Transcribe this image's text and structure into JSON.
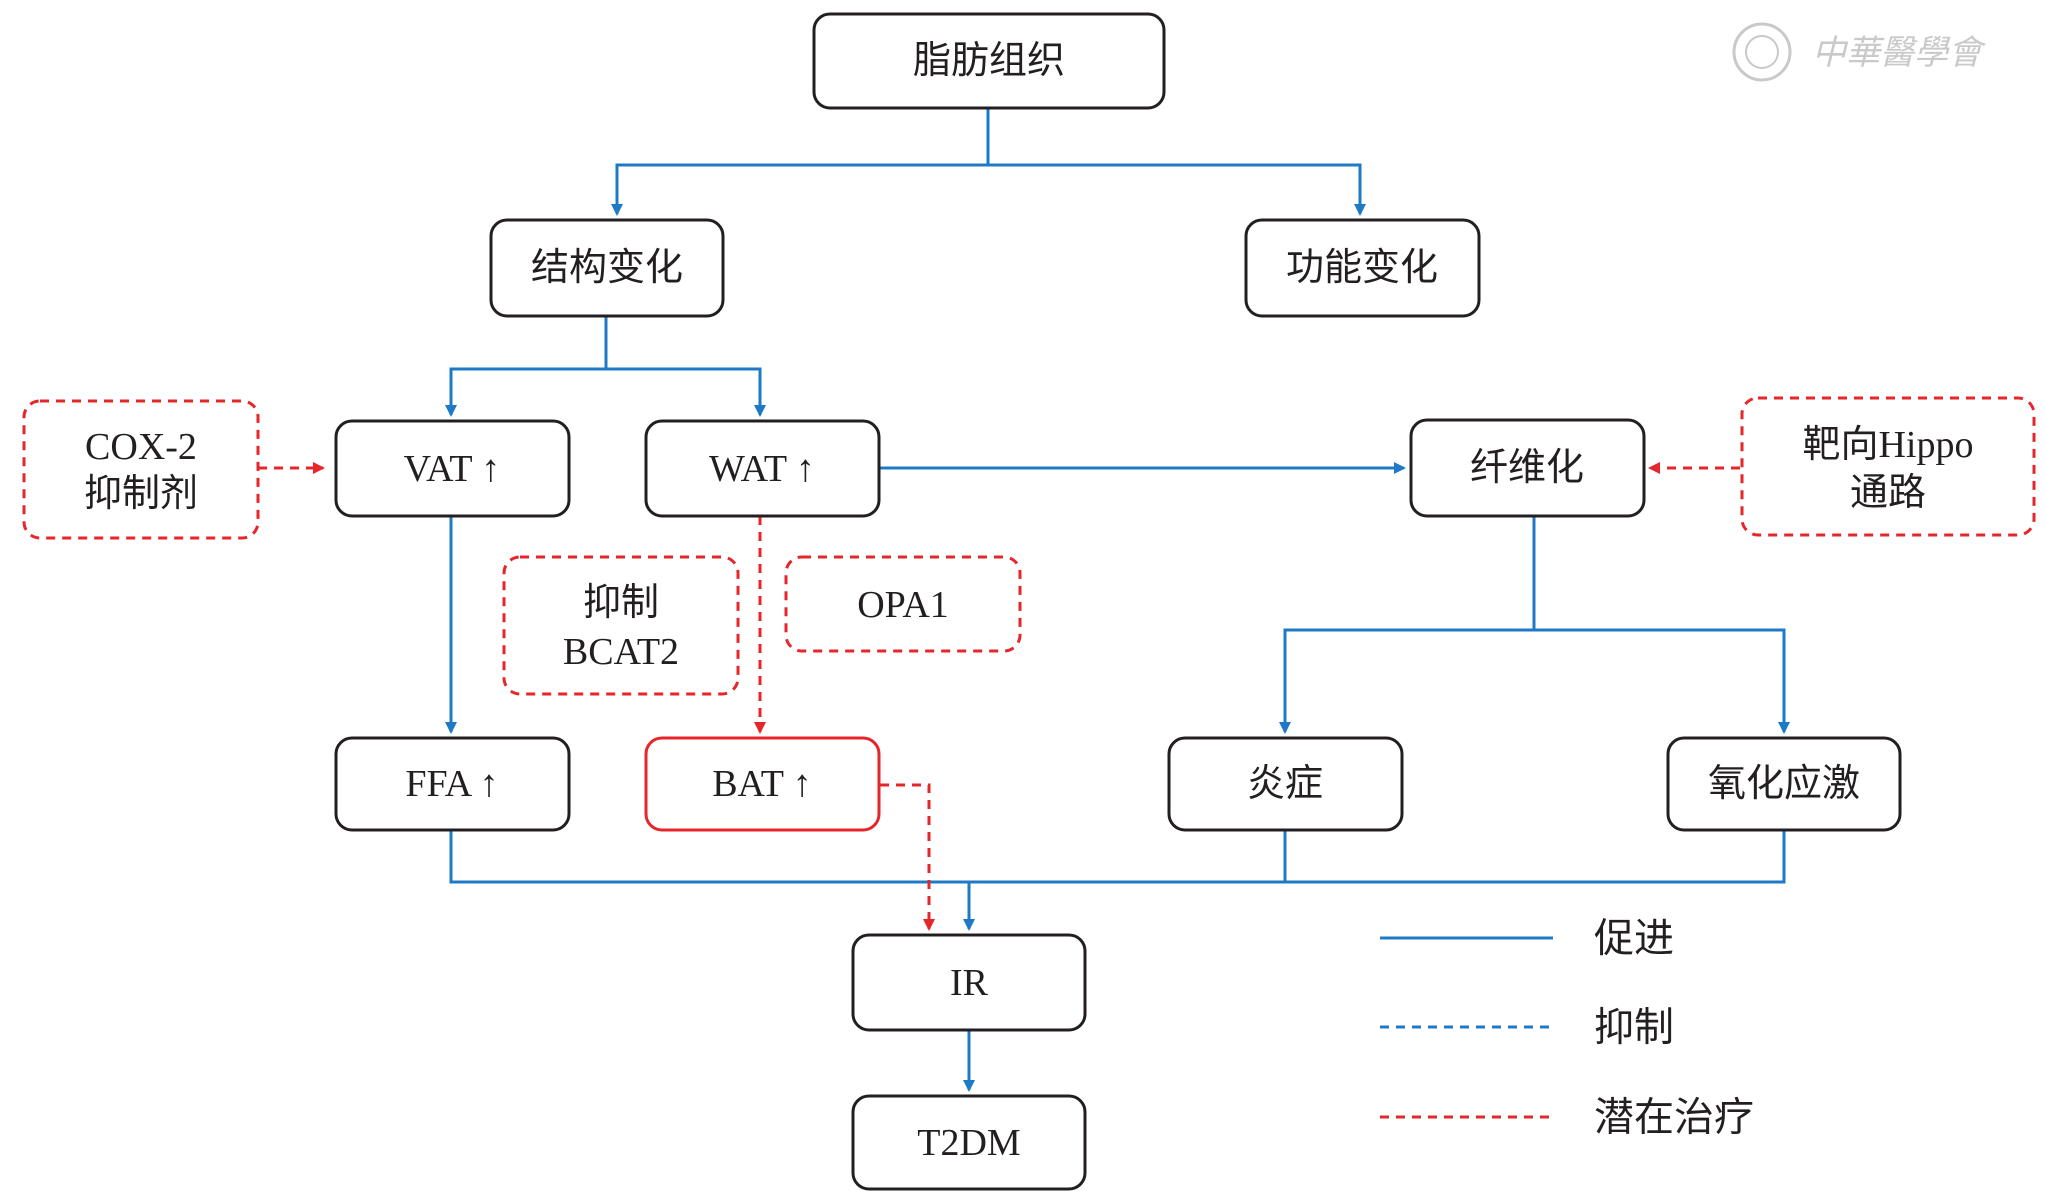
{
  "colors": {
    "promote": "#1f7ac6",
    "inhibit": "#1f7ac6",
    "therapy": "#e5262a",
    "node_border": "#231f20",
    "highlight_border": "#e5262a",
    "watermark": "#c9c9c9"
  },
  "watermark": {
    "text": "中華醫學會"
  },
  "nodes": {
    "adipose": "脂肪组织",
    "structural": "结构变化",
    "functional": "功能变化",
    "vat": "VAT ↑",
    "wat": "WAT ↑",
    "fibrosis": "纤维化",
    "ffa": "FFA ↑",
    "bat": "BAT ↑",
    "inflammation": "炎症",
    "oxidative": "氧化应激",
    "ir": "IR",
    "t2dm": "T2DM"
  },
  "therapies": {
    "cox2": [
      "COX-2",
      "抑制剂"
    ],
    "bcat2": [
      "抑制",
      "BCAT2"
    ],
    "opa1": [
      "OPA1"
    ],
    "hippo": [
      "靶向Hippo",
      "通路"
    ]
  },
  "legend": [
    {
      "label": "促进",
      "style": "solid",
      "color": "#1f7ac6"
    },
    {
      "label": "抑制",
      "style": "dashed",
      "color": "#1f7ac6"
    },
    {
      "label": "潜在治疗",
      "style": "dashed",
      "color": "#e5262a"
    }
  ]
}
